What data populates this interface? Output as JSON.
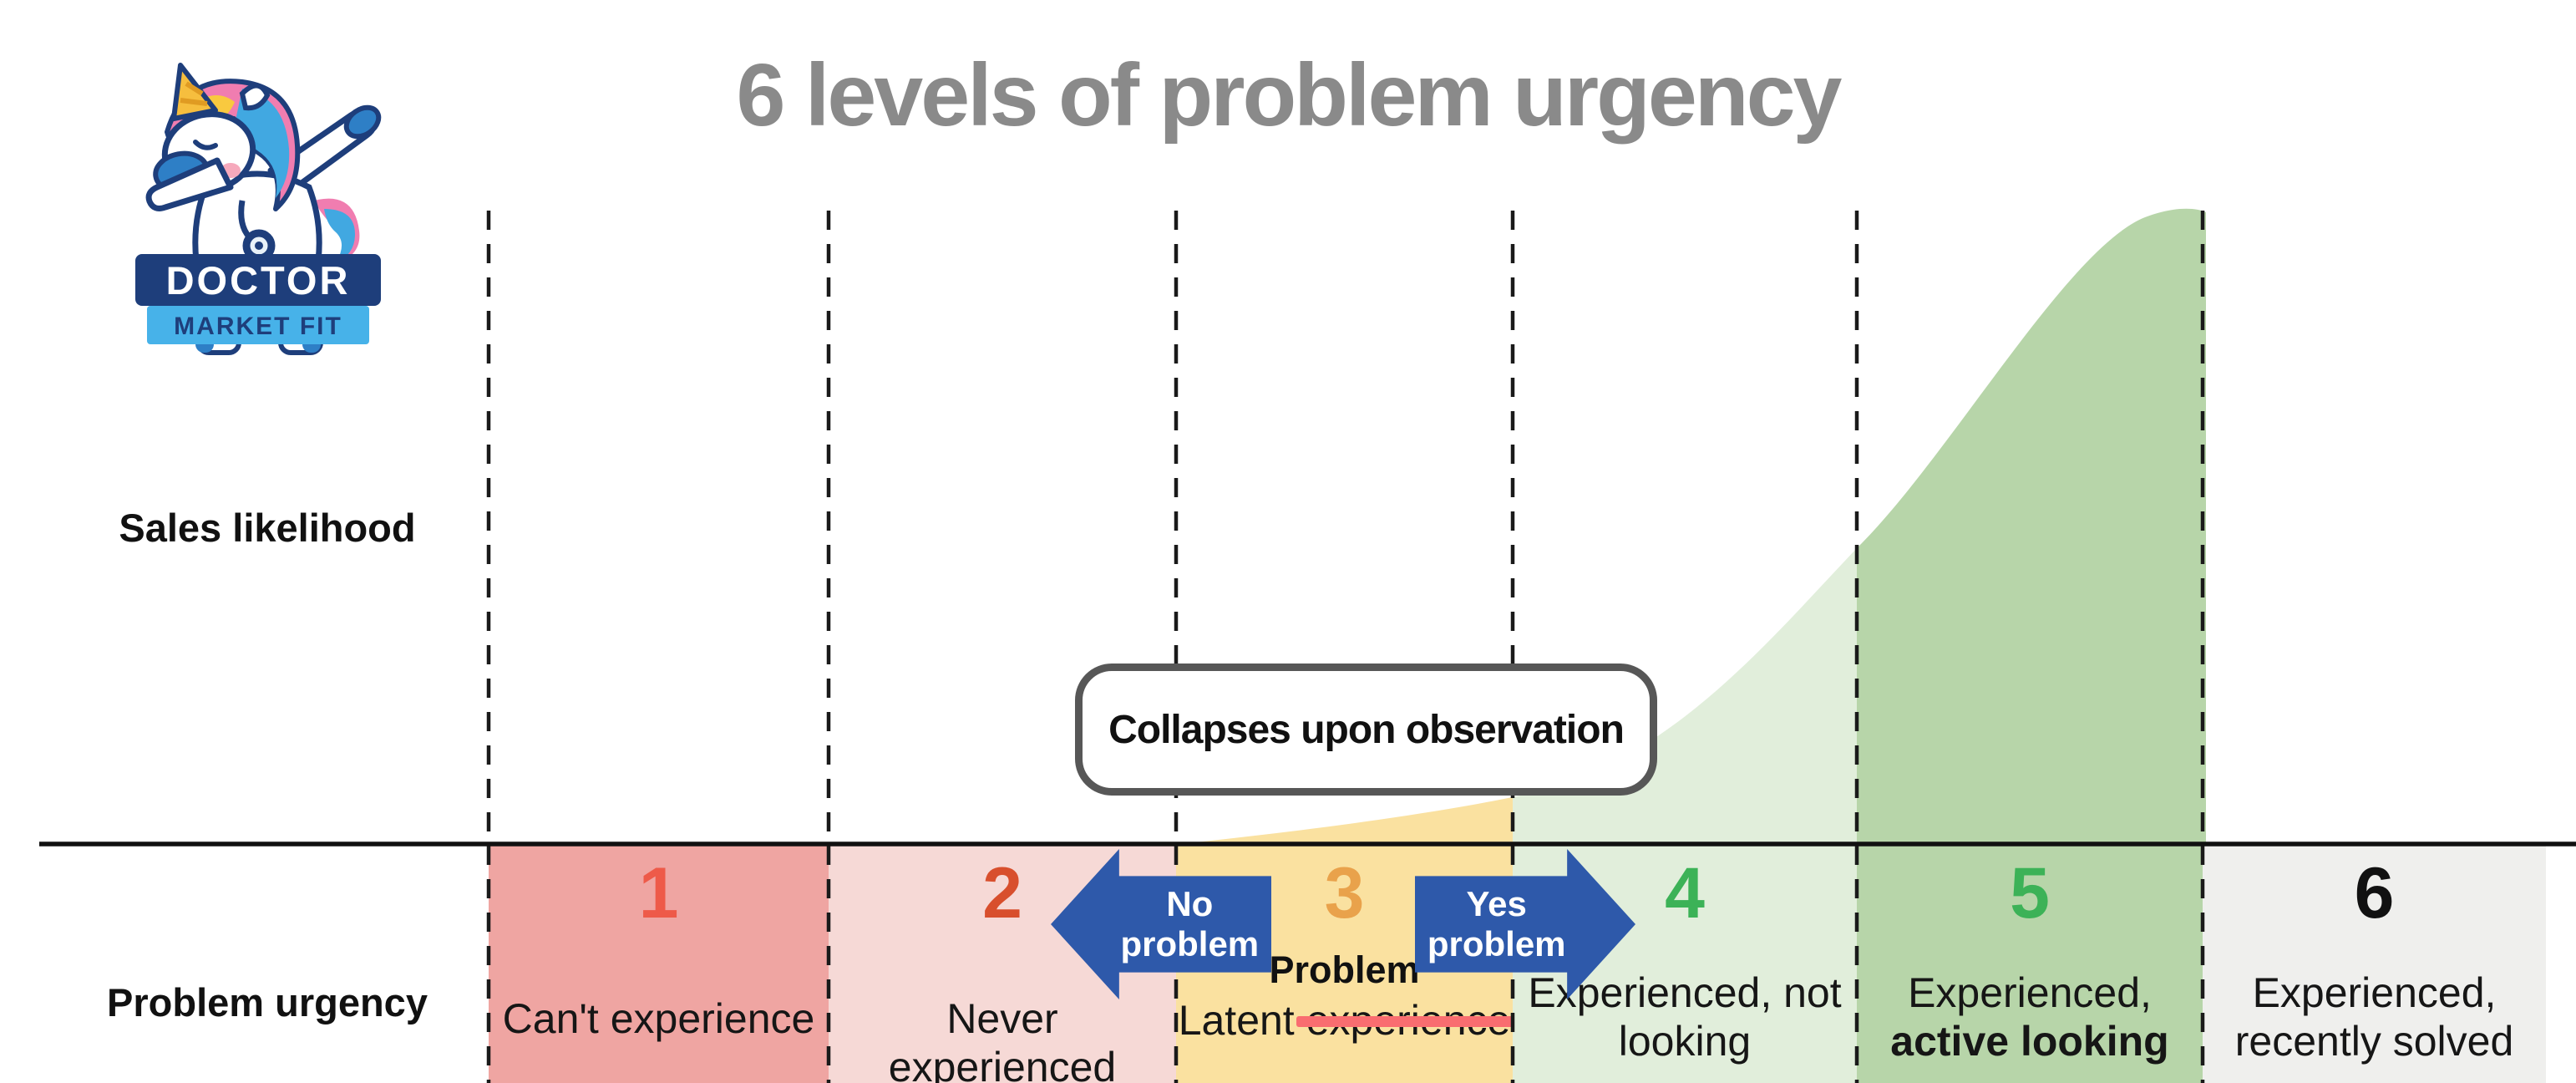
{
  "logo": {
    "icon": "dabbing-unicorn-doctor",
    "banner_top": "DOCTOR",
    "banner_bottom": "MARKET FIT"
  },
  "title": "6 levels of problem urgency",
  "axis_labels": {
    "y_axis": "Sales likelihood",
    "x_axis": "Problem urgency"
  },
  "annotation": {
    "text": "Collapses upon observation"
  },
  "arrows": {
    "no_problem": "No problem",
    "yes_problem": "Yes problem"
  },
  "levels": [
    {
      "number": "1",
      "number_color": "#EE5A49",
      "bg_color": "#EFA5A2",
      "lines": [
        "Can't experience"
      ]
    },
    {
      "number": "2",
      "number_color": "#D84F2D",
      "bg_color": "#F6D9D6",
      "lines": [
        "Never experienced"
      ]
    },
    {
      "number": "3",
      "number_color": "#E9A24B",
      "bg_color": "#FAE1A0",
      "heading": "Problem",
      "label_prefix": "Latent",
      "label_struck": "experience"
    },
    {
      "number": "4",
      "number_color": "#3CB257",
      "bg_color": "#E1EEDB",
      "lines": [
        "Experienced, not",
        "looking"
      ]
    },
    {
      "number": "5",
      "number_color": "#3CB257",
      "bg_color": "#B7D5A9",
      "lines": [
        "Experienced,",
        "active looking"
      ],
      "bold_line_index": 1
    },
    {
      "number": "6",
      "number_color": "#111111",
      "bg_color": "#EFEFED",
      "lines": [
        "Experienced,",
        "recently solved"
      ]
    }
  ],
  "curve": {
    "meaning": "Sales likelihood area curve: zero through levels 1-2, rises from level 3, accelerates through level 4, peaks at the end of level 5, absent at level 6",
    "starts_at_level": 3,
    "peaks_at_level": 5
  },
  "colors": {
    "arrow_blue": "#2E59AA",
    "strikethrough": "#F96D70",
    "title_gray": "#8A8A8A",
    "axis_black": "#111111"
  }
}
